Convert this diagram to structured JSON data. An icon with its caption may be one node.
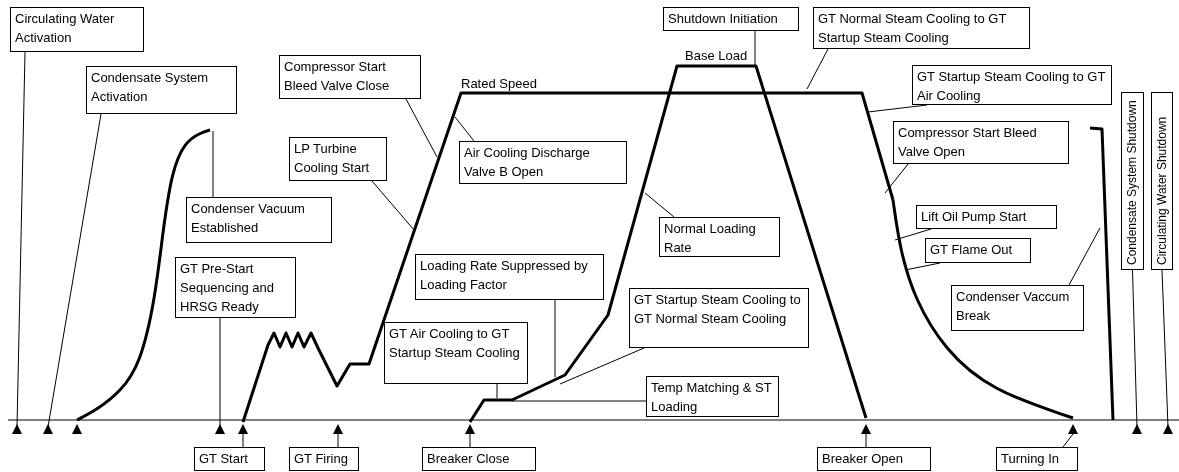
{
  "diagram": {
    "nodes": [
      {
        "text": [
          "Circulating Water Activation"
        ]
      },
      {
        "text": [
          "Condensate System Activation"
        ]
      },
      {
        "text": [
          "Condenser Vacuum Established"
        ]
      },
      {
        "text": [
          "Compressor Start Bleed Valve Close"
        ]
      },
      {
        "text": [
          "LP Turbine Cooling Start"
        ]
      },
      {
        "text": [
          "Air Cooling Discharge Valve B Open"
        ]
      },
      {
        "text": [
          "Shutdown Initiation"
        ]
      },
      {
        "text": [
          "GT Normal Steam Cooling to GT Startup Steam Cooling"
        ]
      },
      {
        "text": [
          "GT Startup Steam Cooling to GT Air Cooling"
        ]
      },
      {
        "text": [
          "Compressor Start Bleed Valve Open"
        ]
      },
      {
        "text": [
          "Lift Oil Pump Start"
        ]
      },
      {
        "text": [
          "GT Flame Out"
        ]
      },
      {
        "text": [
          "Condenser Vaccum Break"
        ]
      },
      {
        "text": [
          "Normal Loading Rate"
        ]
      },
      {
        "text": [
          "Loading Rate Suppressed by Loading Factor"
        ]
      },
      {
        "text": [
          "GT Startup Steam Cooling to GT Normal Steam Cooling"
        ]
      },
      {
        "text": [
          "GT Air Cooling to GT Startup Steam Cooling"
        ]
      },
      {
        "text": [
          "Temp Matching & ST Loading"
        ]
      },
      {
        "text": [
          "GT Pre-Start Sequencing and HRSG Ready"
        ]
      },
      {
        "text": [
          "Condensate System Shutdown"
        ]
      },
      {
        "text": [
          "Circulating Water Shutdown"
        ]
      },
      {
        "text": [
          "GT Start"
        ]
      },
      {
        "text": [
          "GT Firing"
        ]
      },
      {
        "text": [
          "Breaker Close"
        ]
      },
      {
        "text": [
          "Breaker Open"
        ]
      },
      {
        "text": [
          "Turning In"
        ]
      },
      {
        "text": [],
        "shape": "triangle"
      },
      {
        "text": [],
        "shape": "triangle"
      },
      {
        "text": [],
        "shape": "triangle"
      },
      {
        "text": [],
        "shape": "triangle"
      },
      {
        "text": [],
        "shape": "triangle"
      },
      {
        "text": [],
        "shape": "triangle"
      },
      {
        "text": [],
        "shape": "triangle"
      },
      {
        "text": [],
        "shape": "triangle"
      },
      {
        "text": [],
        "shape": "triangle"
      },
      {
        "text": [],
        "shape": "triangle"
      },
      {
        "text": [],
        "shape": "triangle"
      }
    ],
    "edges": [
      {
        "from": 0,
        "to": 26,
        "arrow": "none"
      },
      {
        "from": 1,
        "to": 27,
        "arrow": "none"
      },
      {
        "from": 2,
        "to": null,
        "arrow": "none"
      },
      {
        "from": 3,
        "to": null,
        "arrow": "none"
      },
      {
        "from": 4,
        "to": null,
        "arrow": "none"
      },
      {
        "from": 5,
        "to": null,
        "arrow": "none"
      },
      {
        "from": 6,
        "to": null,
        "arrow": "none"
      },
      {
        "from": 7,
        "to": null,
        "arrow": "none"
      },
      {
        "from": 8,
        "to": null,
        "arrow": "none"
      },
      {
        "from": 9,
        "to": null,
        "arrow": "none"
      },
      {
        "from": 10,
        "to": null,
        "arrow": "none"
      },
      {
        "from": 11,
        "to": null,
        "arrow": "none"
      },
      {
        "from": 12,
        "to": null,
        "arrow": "none"
      },
      {
        "from": 13,
        "to": null,
        "arrow": "none"
      },
      {
        "from": 14,
        "to": null,
        "arrow": "none"
      },
      {
        "from": 15,
        "to": null,
        "arrow": "none"
      },
      {
        "from": 16,
        "to": null,
        "arrow": "none"
      },
      {
        "from": 17,
        "to": null,
        "arrow": "none"
      },
      {
        "from": 18,
        "to": 29,
        "arrow": "none"
      },
      {
        "from": 19,
        "to": 35,
        "arrow": "none"
      },
      {
        "from": 20,
        "to": 36,
        "arrow": "none"
      },
      {
        "from": 21,
        "to": 30,
        "arrow": "none"
      },
      {
        "from": 22,
        "to": 31,
        "arrow": "none"
      },
      {
        "from": 23,
        "to": 32,
        "arrow": "none"
      },
      {
        "from": 24,
        "to": 33,
        "arrow": "none"
      },
      {
        "from": 25,
        "to": 34,
        "arrow": "none"
      }
    ],
    "labels": [
      "Rated Speed",
      "Base Load"
    ]
  }
}
